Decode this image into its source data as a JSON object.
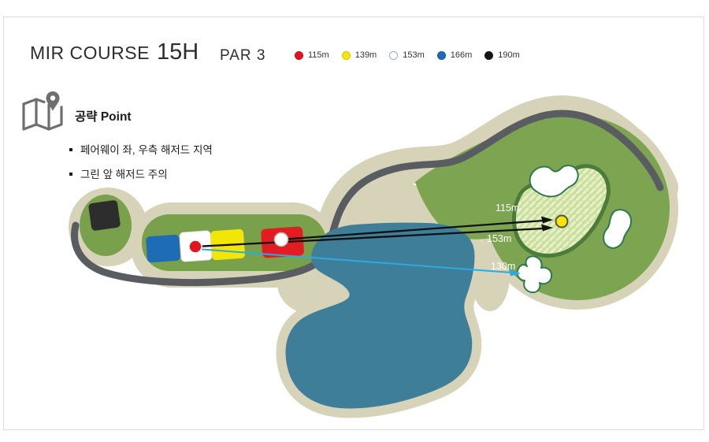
{
  "header": {
    "title_main": "MIR COURSE",
    "title_hole": "15H",
    "par_label": "PAR 3"
  },
  "legend": {
    "items": [
      {
        "label": "115m",
        "dot_color": "#e3141c",
        "dot_ring_color": "#c01019"
      },
      {
        "label": "139m",
        "dot_color": "#f6e70a",
        "dot_ring_color": "#d4c300"
      },
      {
        "label": "153m",
        "dot_color": "#ffffff",
        "dot_ring_color": "#8fb0cf"
      },
      {
        "label": "166m",
        "dot_color": "#1e6cb5",
        "dot_ring_color": "#16569a"
      },
      {
        "label": "190m",
        "dot_color": "#141414",
        "dot_ring_color": "#141414"
      }
    ]
  },
  "strategy": {
    "title": "공략 Point",
    "bullets": [
      "페어웨이 좌, 우측 해저드 지역",
      "그린 앞 해저드 주의"
    ]
  },
  "course_map": {
    "distance_labels": [
      {
        "text": "115m"
      },
      {
        "text": "153m"
      },
      {
        "text": "130m"
      }
    ],
    "colors": {
      "rough": "#d7d3b8",
      "fairway": "#79a14c",
      "green_complex": "#7da551",
      "putting_green": "#cbdf9b",
      "putting_green_stripe": "#e7f0cc",
      "putting_green_border": "#4c7c39",
      "cart_path": "#595d61",
      "water": "#3e7e99",
      "bunker": "#ffffff",
      "bunker_border": "#2e7a4a",
      "target_line": "#111111",
      "layup_line": "#29abe2",
      "tee_blue": "#1e6cb5",
      "tee_white": "#ffffff",
      "tee_yellow": "#f2e607",
      "tee_red": "#e31c22",
      "tee_black": "#2d2d2d",
      "pin": "#f8e400"
    }
  }
}
